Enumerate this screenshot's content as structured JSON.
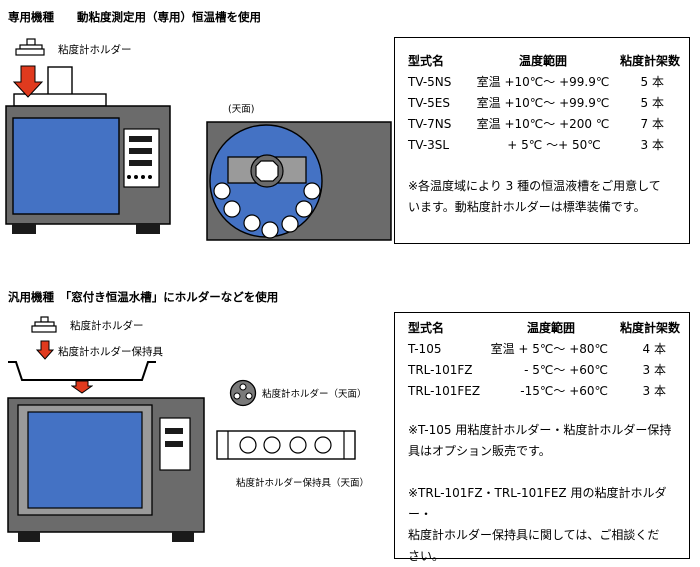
{
  "section1": {
    "title": "専用機種　　動粘度測定用（専用）恒温槽を使用",
    "holder_label": "粘度計ホルダー",
    "top_view_label": "(天面)",
    "table": {
      "headers": [
        "型式名",
        "温度範囲",
        "粘度計架数"
      ],
      "rows": [
        [
          "TV-5NS",
          "室温 +10℃～ +99.9℃",
          "5 本"
        ],
        [
          "TV-5ES",
          "室温 +10℃～ +99.9℃",
          "5 本"
        ],
        [
          "TV-7NS",
          "室温 +10℃～ +200 ℃",
          "7 本"
        ],
        [
          "TV-3SL",
          "+ 5℃ ～+ 50℃",
          "3 本"
        ]
      ],
      "notes": [
        "※各温度域により 3 種の恒温液槽をご用意して",
        "います。動粘度計ホルダーは標準装備です。"
      ]
    }
  },
  "section2": {
    "title": "汎用機種　「窓付き恒温水槽」にホルダーなどを使用",
    "holder_label": "粘度計ホルダー",
    "holder_keeper_label": "粘度計ホルダー保持具",
    "holder_top_label": "粘度計ホルダー（天面）",
    "keeper_top_label": "粘度計ホルダー保持具（天面）",
    "table": {
      "headers": [
        "型式名",
        "温度範囲",
        "粘度計架数"
      ],
      "rows": [
        [
          "T-105",
          "室温 + 5℃～ +80℃",
          "4 本"
        ],
        [
          "TRL-101FZ",
          "- 5℃～ +60℃",
          "3 本"
        ],
        [
          "TRL-101FEZ",
          "-15℃～ +60℃",
          "3 本"
        ]
      ],
      "notes": [
        "※T-105 用粘度計ホルダー・粘度計ホルダー保持",
        "具はオプション販売です。",
        "",
        "※TRL-101FZ・TRL-101FEZ 用の粘度計ホルダー・",
        "粘度計ホルダー保持具に関しては、ご相談くだ",
        "さい。"
      ]
    }
  },
  "colors": {
    "body_gray": "#6b6b6b",
    "blue": "#4472c4",
    "red": "#e03a1e",
    "dark": "#1a1a1a"
  }
}
